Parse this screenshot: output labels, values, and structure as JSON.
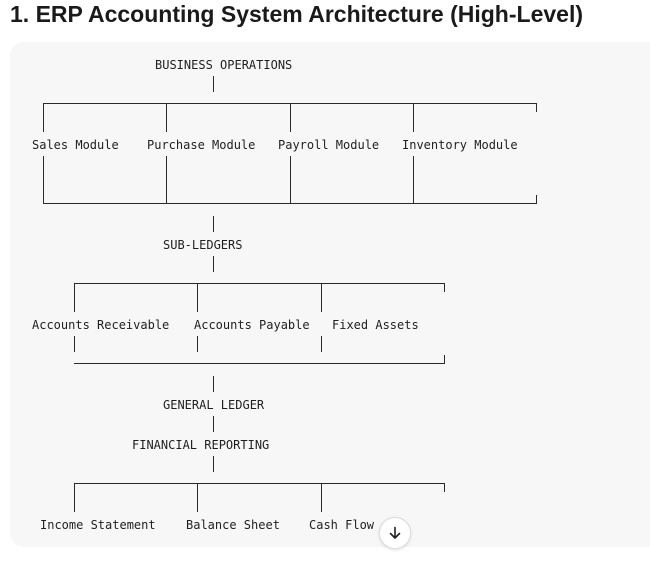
{
  "heading": "1. ERP Accounting System Architecture (High-Level)",
  "diagram": {
    "business_operations": "BUSINESS OPERATIONS",
    "modules": [
      "Sales Module",
      "Purchase Module",
      "Payroll Module",
      "Inventory Module"
    ],
    "sub_ledgers": "SUB-LEDGERS",
    "ledgers": [
      "Accounts Receivable",
      "Accounts Payable",
      "Fixed Assets"
    ],
    "general_ledger": "GENERAL LEDGER",
    "financial_reporting": "FINANCIAL REPORTING",
    "reports": [
      "Income Statement",
      "Balance Sheet",
      "Cash Flow"
    ]
  },
  "scroll_button": {
    "icon": "arrow-down-icon"
  }
}
